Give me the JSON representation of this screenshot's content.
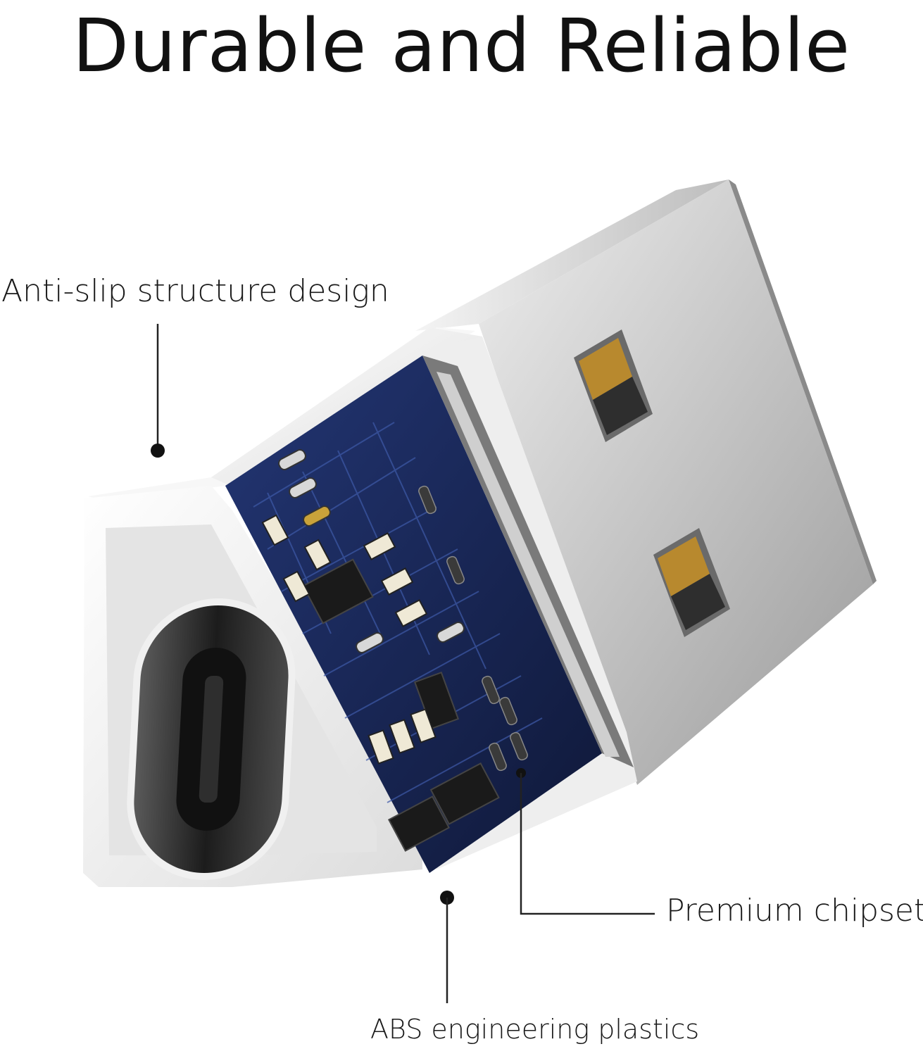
{
  "title": "Durable and Reliable",
  "callouts": {
    "anti_slip": "Anti-slip structure design",
    "chipset": "Premium chipset",
    "plastics": "ABS engineering plastics"
  },
  "icons": [
    "usb-a-plug-icon",
    "usb-c-socket-icon",
    "circuit-board-icon"
  ],
  "colors": {
    "text": "#111111",
    "board": "#1b2a5c",
    "shell": "#f2f2f2",
    "metal": "#c8c8c8",
    "contact_gold": "#b8892e"
  }
}
